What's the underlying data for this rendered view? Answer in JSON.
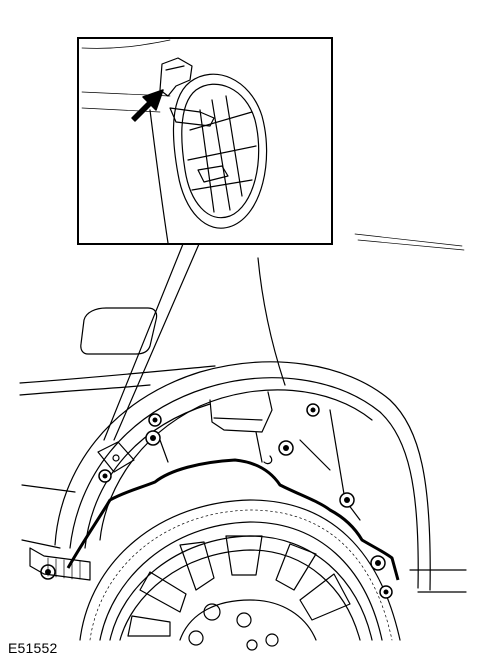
{
  "figure": {
    "reference_code": "E51552",
    "icons": [
      "clip-detail-inset",
      "arrow-icon",
      "wheel-arch-liner",
      "fastener-icon",
      "wheel-icon"
    ]
  }
}
